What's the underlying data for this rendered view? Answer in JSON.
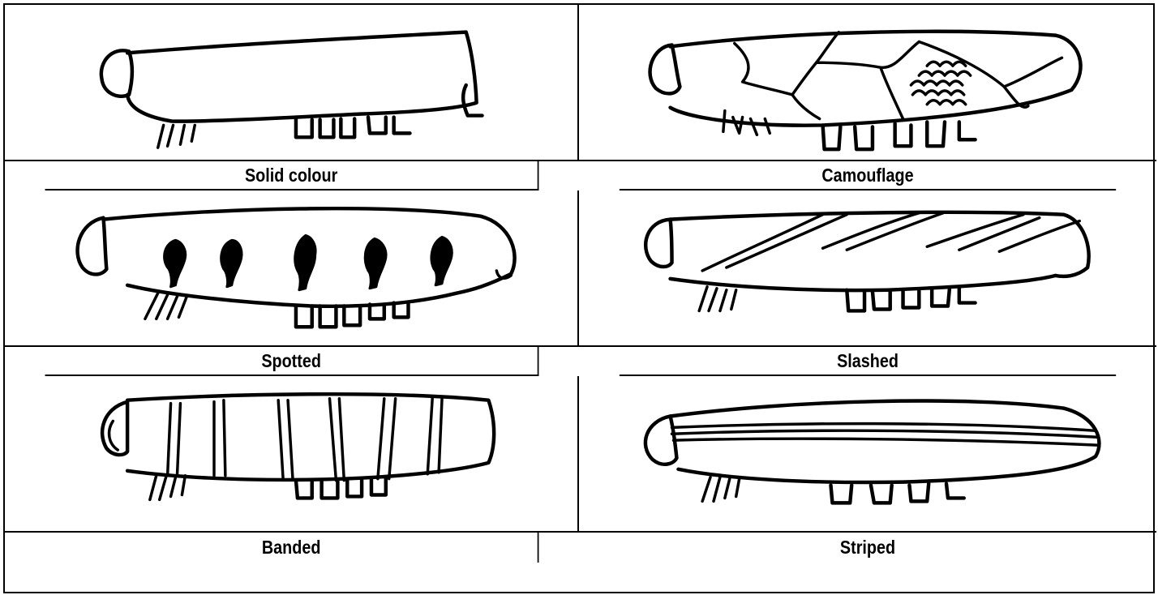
{
  "patterns": [
    {
      "label": "Solid colour",
      "icon": "caterpillar-solid-colour"
    },
    {
      "label": "Camouflage",
      "icon": "caterpillar-camouflage"
    },
    {
      "label": "Spotted",
      "icon": "caterpillar-spotted"
    },
    {
      "label": "Slashed",
      "icon": "caterpillar-slashed"
    },
    {
      "label": "Banded",
      "icon": "caterpillar-banded"
    },
    {
      "label": "Striped",
      "icon": "caterpillar-striped"
    }
  ]
}
